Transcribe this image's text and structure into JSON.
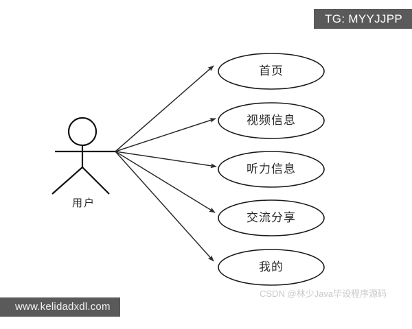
{
  "diagram": {
    "type": "uml-use-case-diagram",
    "actor": {
      "label": "用户",
      "icon": "stick-figure-actor-icon"
    },
    "use_cases": [
      {
        "label": "首页"
      },
      {
        "label": "视频信息"
      },
      {
        "label": "听力信息"
      },
      {
        "label": "交流分享"
      },
      {
        "label": "我的"
      }
    ],
    "associations": [
      {
        "from": "用户",
        "to": "首页"
      },
      {
        "from": "用户",
        "to": "视频信息"
      },
      {
        "from": "用户",
        "to": "听力信息"
      },
      {
        "from": "用户",
        "to": "交流分享"
      },
      {
        "from": "用户",
        "to": "我的"
      }
    ]
  },
  "overlays": {
    "tg_badge": "TG: MYYJJPP",
    "site_badge": "www.kelidadxdl.com",
    "csdn_watermark": "CSDN @林少Java毕设程序源码"
  },
  "colors": {
    "background": "#ffffff",
    "stroke": "#1a1a1a",
    "badge_bg": "#5a5a5a",
    "badge_text": "#ffffff",
    "watermark_text": "#c9c9c9"
  }
}
